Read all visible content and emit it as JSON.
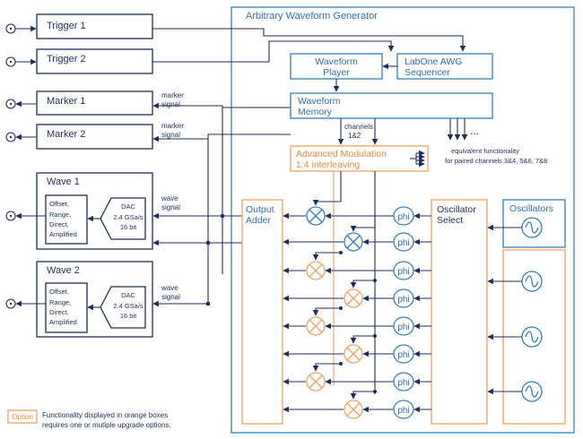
{
  "awg_title": "Arbitrary Waveform Generator",
  "triggers": [
    "Trigger 1",
    "Trigger 2"
  ],
  "markers": [
    "Marker 1",
    "Marker 2"
  ],
  "marker_signal_label": [
    "marker",
    "signal"
  ],
  "waves": [
    "Wave 1",
    "Wave 2"
  ],
  "wave_signal_label": [
    "wave",
    "signal"
  ],
  "offset_block_lines": [
    "Offset,",
    "Range,",
    "Direct,",
    "Amplified"
  ],
  "dac_lines": [
    "DAC",
    "2.4 GSa/s",
    "16 bit"
  ],
  "waveform_player": [
    "Waveform",
    "Player"
  ],
  "sequencer": [
    "LabOne AWG",
    "Sequencer"
  ],
  "waveform_memory": [
    "Waveform",
    "Memory"
  ],
  "channels_label": [
    "channels",
    "1&2"
  ],
  "ellipsis": "...",
  "equivalent_note": [
    "equivalent functionality",
    "for paired channels 3&4, 5&6, 7&8"
  ],
  "advanced_modulation": [
    "Advanced Modulation",
    "1:4 interleaving"
  ],
  "output_adder": [
    "Output",
    "Adder"
  ],
  "phi_label": "phi",
  "oscillator_select": [
    "Oscillator",
    "Select"
  ],
  "oscillators_title": "Oscillators",
  "legend_option": "Option",
  "legend_text": [
    "Functionality displayed in orange boxes",
    "requires one or mutiple upgrade options."
  ],
  "colors": {
    "blue": "#2f7fc1",
    "navy": "#1f2d5c",
    "orange": "#f0a060"
  }
}
